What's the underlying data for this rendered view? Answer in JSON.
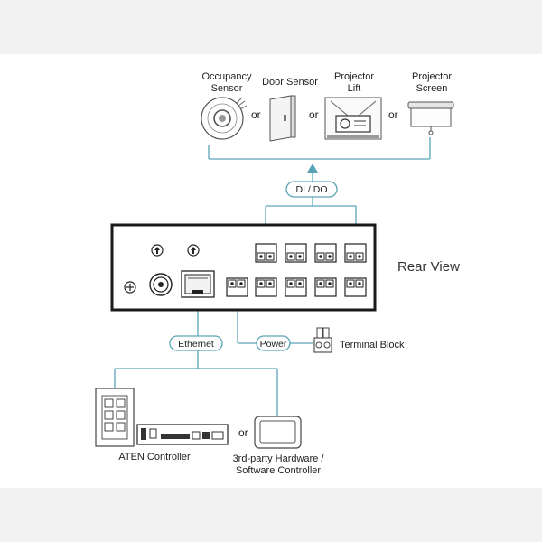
{
  "devices": {
    "occupancy_sensor": [
      "Occupancy",
      "Sensor"
    ],
    "door_sensor": [
      "Door Sensor"
    ],
    "projector_lift": [
      "Projector",
      "Lift"
    ],
    "projector_screen": [
      "Projector",
      "Screen"
    ]
  },
  "or_label": "or",
  "connections": {
    "dido": "DI / DO",
    "ethernet": "Ethernet",
    "power": "Power"
  },
  "rear_view": "Rear View",
  "terminal_block": "Terminal Block",
  "aten_controller": "ATEN Controller",
  "third_party": [
    "3rd-party Hardware /",
    "Software Controller"
  ],
  "colors": {
    "line": "#5ba4b8",
    "panel": "#1a1a1a",
    "band": "#f2f2f2"
  }
}
